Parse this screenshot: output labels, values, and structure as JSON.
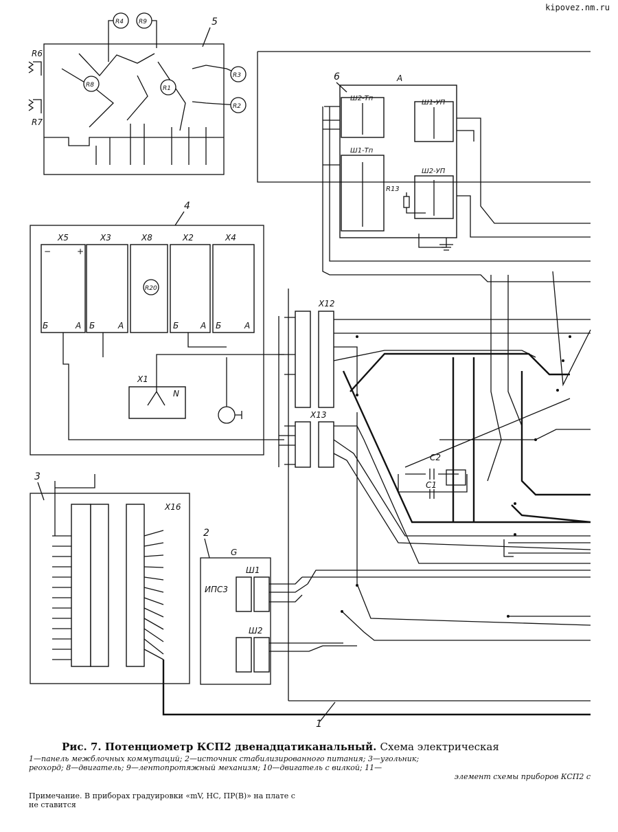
{
  "site": "kipovez.nm.ru",
  "callouts": [
    "1",
    "2",
    "3",
    "4",
    "5",
    "6"
  ],
  "blocks": {
    "A": "А",
    "G": "G",
    "ips3": "ИПС3",
    "sh2tp": "Ш2-Тп",
    "sh1up": "Ш1-УП",
    "sh1tp": "Ш1-Тп",
    "sh2up": "Ш2-УП",
    "sh1": "Ш1",
    "sh2": "Ш2",
    "x5": "Х5",
    "x3": "Х3",
    "x8": "Х8",
    "x2": "Х2",
    "x4": "Х4",
    "x12": "Х12",
    "x13": "Х13",
    "x16": "Х16",
    "x1": "Х1"
  },
  "components": {
    "r4": "R4",
    "r9": "R9",
    "r6": "R6",
    "r7": "R7",
    "r8": "R8",
    "r1": "R1",
    "r3": "R3",
    "r2": "R2",
    "r13": "R13",
    "r20": "R20",
    "c1": "С1",
    "c2": "С2",
    "n": "N"
  },
  "terminals": {
    "minus": "−",
    "plus": "+",
    "b": "Б",
    "a": "А"
  },
  "caption": {
    "title": "Рис. 7. Потенциометр КСП2 двенадцатиканальный.",
    "subtitle": "Схема электрическая"
  },
  "legend": {
    "line1": "1—панель межблочных коммутаций; 2—источник стабилизированного питания; 3—угольник;",
    "line2": "реохорд; 8—двигатель; 9—лентопротяжный механизм; 10—двигатель с вилкой; 11—",
    "line3": "элемент схемы приборов КСП2 с"
  },
  "note": {
    "line1": "Примечание. В приборах градуировки «mV, НС, ПР(В)» на плате с",
    "line2": "не ставится"
  },
  "colors": {
    "ink": "#111111",
    "paper": "#ffffff"
  }
}
